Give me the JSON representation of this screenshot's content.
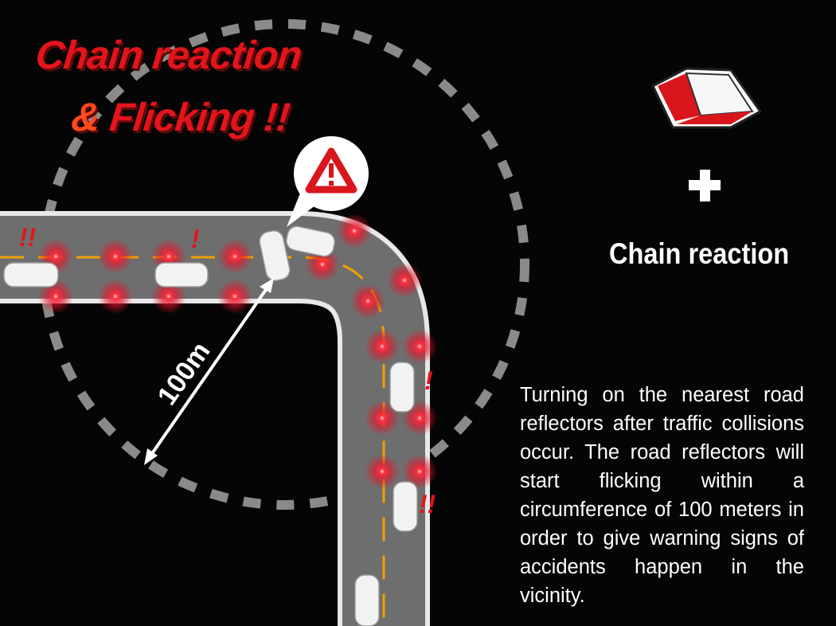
{
  "title": {
    "line1": "Chain reaction",
    "line2_amp": "& ",
    "line2": "Flicking !!"
  },
  "diagram": {
    "distance_label": "100m",
    "alert_marks": [
      "!!",
      "!",
      "!",
      "!!"
    ]
  },
  "side": {
    "plus": "+",
    "heading": "Chain reaction",
    "description": "Turning on the nearest road reflectors after traffic collisions occur. The road reflectors will start flicking within a circumference of 100 meters in order to give warning signs of accidents happen in the vicinity."
  },
  "colors": {
    "accent_red": "#e3141b",
    "road": "#6e6e6e",
    "lane_line": "#f0a000"
  }
}
